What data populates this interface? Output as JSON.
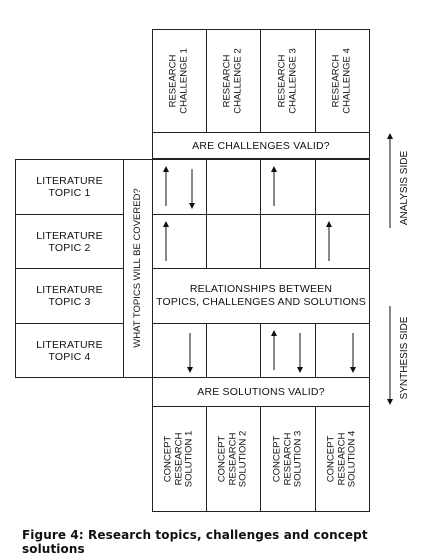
{
  "challenges": [
    "RESEARCH\nCHALLENGE 1",
    "RESEARCH\nCHALLENGE 2",
    "RESEARCH\nCHALLENGE 3",
    "RESEARCH\nCHALLENGE 4"
  ],
  "solutions": [
    "CONCEPT\nRESEARCH\nSOLUTION 1",
    "CONCEPT\nRESEARCH\nSOLUTION 2",
    "CONCEPT\nRESEARCH\nSOLUTION 3",
    "CONCEPT\nRESEARCH\nSOLUTION 4"
  ],
  "topics": [
    "LITERATURE\nTOPIC 1",
    "LITERATURE\nTOPIC 2",
    "LITERATURE\nTOPIC 3",
    "LITERATURE\nTOPIC 4"
  ],
  "challenges_question": "ARE CHALLENGES VALID?",
  "solutions_question": "ARE SOLUTIONS VALID?",
  "topics_question": "WHAT TOPICS WILL BE COVERED?",
  "relationships": "RELATIONSHIPS BETWEEN\nTOPICS, CHALLENGES AND SOLUTIONS",
  "analysis_side": "ANALYSIS SIDE",
  "synthesis_side": "SYNTHESIS SIDE",
  "caption": "Figure 4: Research topics, challenges and concept solutions",
  "arrows": [
    {
      "row": 1,
      "col": 1,
      "direction": "up"
    },
    {
      "row": 1,
      "col": 1,
      "direction": "down"
    },
    {
      "row": 1,
      "col": 3,
      "direction": "up"
    },
    {
      "row": 2,
      "col": 1,
      "direction": "up"
    },
    {
      "row": 2,
      "col": 4,
      "direction": "up"
    },
    {
      "row": 4,
      "col": 1,
      "direction": "down"
    },
    {
      "row": 4,
      "col": 3,
      "direction": "up"
    },
    {
      "row": 4,
      "col": 3,
      "direction": "down"
    },
    {
      "row": 4,
      "col": 4,
      "direction": "down"
    }
  ]
}
